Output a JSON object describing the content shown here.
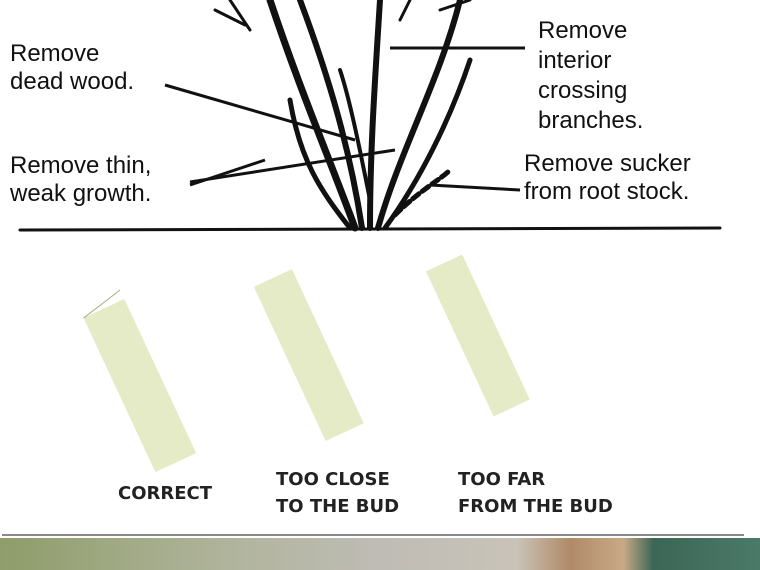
{
  "labels": {
    "dead_wood": "Remove\ndead wood.",
    "thin_growth": "Remove thin,\nweak growth.",
    "crossing": "Remove\ninterior\ncrossing\nbranches.",
    "sucker": "Remove sucker\nfrom root stock."
  },
  "captions": {
    "correct": "CORRECT",
    "too_close": "TOO CLOSE\nTO THE BUD",
    "too_far": "TOO FAR\nFROM THE BUD"
  },
  "colors": {
    "stem": "#d6dfa8",
    "ink": "#111111"
  }
}
